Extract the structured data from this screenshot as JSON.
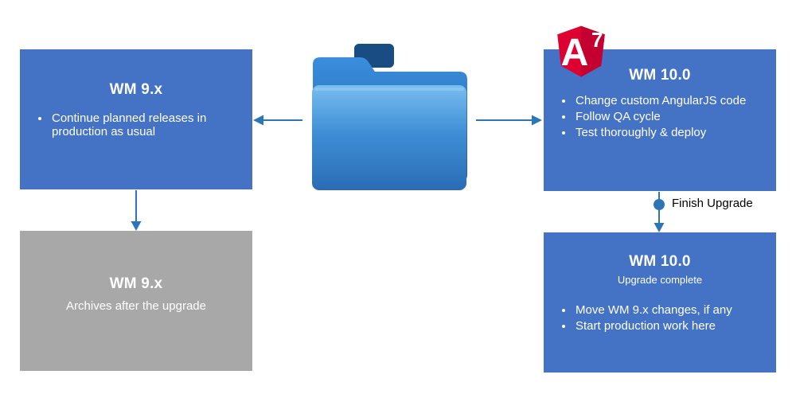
{
  "diagram": {
    "boxes": {
      "wm9_current": {
        "title": "WM 9.x",
        "bullets": [
          "Continue planned releases in production as usual"
        ]
      },
      "wm9_archive": {
        "title": "WM 9.x",
        "subtitle": "Archives after the upgrade"
      },
      "wm10_upgrade": {
        "title": "WM 10.0",
        "bullets": [
          "Change custom AngularJS code",
          "Follow QA cycle",
          "Test thoroughly & deploy"
        ]
      },
      "wm10_complete": {
        "title": "WM 10.0",
        "subtitle": "Upgrade complete",
        "bullets": [
          "Move WM 9.x changes, if any",
          "Start production work here"
        ]
      }
    },
    "labels": {
      "finish_upgrade": "Finish Upgrade"
    },
    "angular_badge": {
      "letter": "A",
      "version": "7"
    },
    "colors": {
      "box_blue": "#4472C4",
      "box_gray": "#A8A8A8",
      "arrow_blue": "#2E75B6",
      "angular_red": "#DD0031",
      "angular_red_dark": "#C3002F",
      "folder_blue": "#3F8FD6"
    }
  }
}
